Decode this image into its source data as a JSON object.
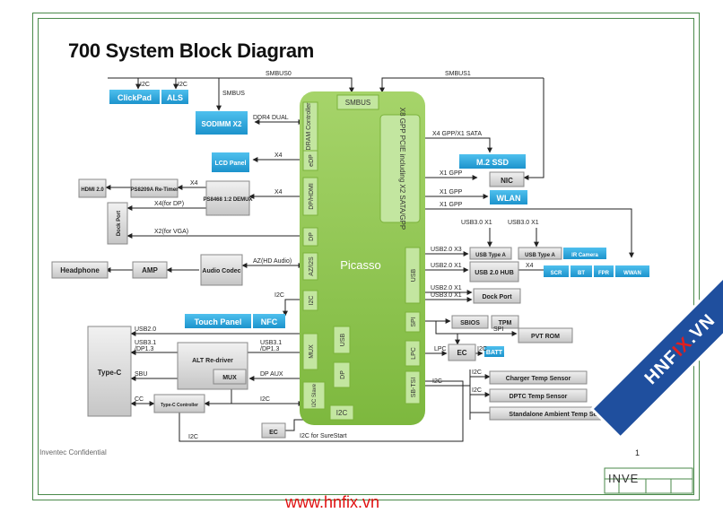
{
  "title": "700 System Block Diagram",
  "footer": {
    "confidential": "Inventec Confidential",
    "page": "1",
    "brand": "INVE",
    "watermark": "www.hnfix.vn",
    "ribbon_a": "HNF",
    "ribbon_x": "IX",
    "ribbon_b": ".VN"
  },
  "chip": {
    "name": "Picasso",
    "ports": {
      "smbus": "SMBUS",
      "dram": "DRAM Controller",
      "edp": "eDP",
      "dphdmi": "DP/HDMI",
      "dp": "DP",
      "az": "AZ/I2S",
      "i2c": "I2C",
      "usb_r": "USB",
      "spi": "SPI",
      "lpc": "LPC",
      "sbtsi": "SB-TSI",
      "i2c_b": "I2C",
      "mux": "MUX",
      "usb_in": "USB",
      "dp_in": "DP",
      "i2c_slave": "I2C Slave"
    },
    "pcie": "X8 GPP PCIE including X2 SATA/GPP"
  },
  "blocks": {
    "clickpad": "ClickPad",
    "als": "ALS",
    "sodimm": "SODIMM X2",
    "lcd": "LCD Panel",
    "hdmi": "HDMI 2.0",
    "ps8209": "PS8209A Re-Timer",
    "ps8468": "PS8468 1:2 DEMUX",
    "dock_v": "Dock Port",
    "headphone": "Headphone",
    "amp": "AMP",
    "audio": "Audio Codec",
    "touch": "Touch Panel",
    "nfc": "NFC",
    "typec": "Type-C",
    "alt": "ALT Re-driver",
    "mux": "MUX",
    "tcc": "Type-C Controller",
    "ec_b": "EC",
    "m2": "M.2 SSD",
    "nic": "NIC",
    "wlan": "WLAN",
    "usba1": "USB Type A",
    "usba2": "USB Type A",
    "ircam": "IR Camera",
    "hub": "USB 2.0 HUB",
    "scr": "SCR",
    "bt": "BT",
    "fpr": "FPR",
    "wwan": "WWAN",
    "dockport": "Dock Port",
    "sbios": "SBIOS",
    "tpm": "TPM",
    "pvt": "PVT ROM",
    "ec": "EC",
    "batt": "BATT",
    "charger": "Charger Temp Sensor",
    "dptc": "DPTC Temp Sensor",
    "ambient": "Standalone Ambient Temp Sensor"
  },
  "labels": {
    "smbus0": "SMBUS0",
    "smbus1": "SMBUS1",
    "i2c_cp": "I2C",
    "i2c_als": "I2C",
    "smbus_l": "SMBUS",
    "ddr4": "DDR4 DUAL",
    "x4_lcd": "X4",
    "x4_ps": "X4",
    "x4_hdmi": "X4",
    "x4dp": "X4(for DP)",
    "x2vga": "X2(for VGA)",
    "azhd": "AZ(HD Audio)",
    "i2c_tp": "I2C",
    "usb20": "USB2.0",
    "usb31a": "USB3.1",
    "dp13a": "/DP1.3",
    "usb31b": "USB3.1",
    "dp13b": "/DP1.3",
    "sbu": "SBU",
    "dpaux": "DP AUX",
    "cc": "CC",
    "i2c_tc": "I2C",
    "i2c_bot": "I2C",
    "i2c_sure": "I2C for SureStart",
    "x4gpp": "X4 GPP/X1 SATA",
    "x1gpp_nic": "X1 GPP",
    "x1gpp_wlan": "X1 GPP",
    "x1gpp_r": "X1 GPP",
    "usb30x1a": "USB3.0 X1",
    "usb30x1b": "USB3.0 X1",
    "usb20x3": "USB2.0 X3",
    "usb20x1a": "USB2.0 X1",
    "x4_hub": "X4",
    "usb20x1b": "USB2.0 X1",
    "usb30x1c": "USB3.0 X1",
    "spi_r": "SPI",
    "lpc_r": "LPC",
    "i2c_batt": "I2C",
    "i2c_chg": "I2C",
    "i2c_dptc": "I2C",
    "i2c_sb": "I2C"
  }
}
